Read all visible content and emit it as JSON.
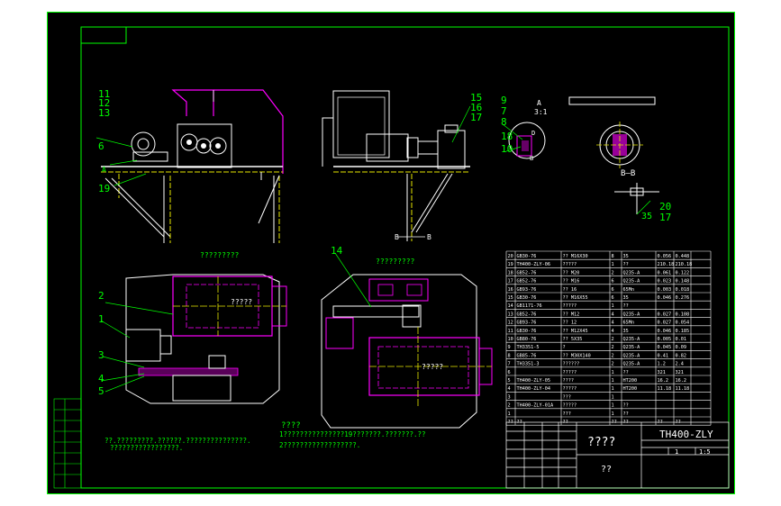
{
  "colors": {
    "background": "#000000",
    "page": "#ffffff",
    "frame": "#00ff00",
    "part_outline": "#ff00ff",
    "centerline": "#e8e800",
    "text": "#ffffff",
    "callout": "#00ff00"
  },
  "callouts": {
    "front_view": [
      "11",
      "12",
      "13",
      "6",
      "A",
      "19"
    ],
    "side_view": [
      "15",
      "16",
      "17",
      "B",
      "B"
    ],
    "detail": [
      "9",
      "7",
      "8",
      "18",
      "10",
      "A",
      "3:1",
      "D",
      "B"
    ],
    "section_bb": "B—B",
    "small_detail": [
      "20",
      "35",
      "17"
    ],
    "plan_left": [
      "2",
      "1",
      "3",
      "4",
      "5"
    ],
    "plan_right": [
      "14"
    ]
  },
  "view_titles": {
    "plan_left": "?????????",
    "plan_right": "?????????",
    "reducer_left": "?????",
    "reducer_right": "?????"
  },
  "notes": {
    "left_line1": "??.?????????.??????.???????????????.",
    "left_line2": "?????????????????.",
    "tech_title": "????",
    "tech_line1": "1???????????????19???????.???????.??",
    "tech_line2": "2??????????????????."
  },
  "parts_table": {
    "rows": [
      [
        "20",
        "GB30-76",
        "?? M16X30",
        "8",
        "35",
        "0.056",
        "0.448"
      ],
      [
        "19",
        "TH400-ZLY-06",
        "?????",
        "1",
        "??",
        "210.18",
        "210.18"
      ],
      [
        "18",
        "GB52-76",
        "?? M20",
        "2",
        "Q235-A",
        "0.061",
        "0.122"
      ],
      [
        "17",
        "GB52-76",
        "?? M16",
        "6",
        "Q235-A",
        "0.023",
        "0.148"
      ],
      [
        "16",
        "GB93-76",
        "?? 16",
        "6",
        "65Mn",
        "0.003",
        "0.018"
      ],
      [
        "15",
        "GB30-76",
        "?? M16X55",
        "6",
        "35",
        "0.046",
        "0.276"
      ],
      [
        "14",
        "GB1171-76",
        "?????",
        "1",
        "??",
        "",
        ""
      ],
      [
        "13",
        "GB52-76",
        "?? M12",
        "4",
        "Q235-A",
        "0.027",
        "0.108"
      ],
      [
        "12",
        "GB93-76",
        "?? 12",
        "4",
        "65Mn",
        "0.027",
        "0.054"
      ],
      [
        "11",
        "GB30-76",
        "?? M12X45",
        "4",
        "35",
        "0.046",
        "0.185"
      ],
      [
        "10",
        "GB80-76",
        "?? 5X35",
        "2",
        "Q235-A",
        "0.005",
        "0.01"
      ],
      [
        "9",
        "TH3351-5",
        "?",
        "2",
        "Q235-A",
        "0.045",
        "0.09"
      ],
      [
        "8",
        "GB85-76",
        "?? M30X140",
        "2",
        "Q235-A",
        "0.41",
        "0.82"
      ],
      [
        "7",
        "TH3351-3",
        "??????",
        "2",
        "Q235-A",
        "1.2",
        "2.4"
      ],
      [
        "6",
        "",
        "?????",
        "1",
        "??",
        "321",
        "321"
      ],
      [
        "5",
        "TH400-ZLY-05",
        "????",
        "1",
        "HT200",
        "16.2",
        "16.2"
      ],
      [
        "4",
        "TH400-ZLY-04",
        "?????",
        "1",
        "HT200",
        "11.18",
        "11.18"
      ],
      [
        "3",
        "",
        "???",
        "1",
        "",
        "",
        " "
      ],
      [
        "2",
        "TH400-ZLY-01A",
        "?????",
        "1",
        "??",
        "",
        ""
      ],
      [
        "1",
        "",
        "???",
        "1",
        "??",
        "",
        ""
      ]
    ],
    "header": [
      "??",
      "??",
      "??",
      "??",
      "??",
      "??",
      "??"
    ]
  },
  "title_block": {
    "drawing_number": "TH400-ZLY",
    "drawing_name": "????",
    "material": "??",
    "scale": "1:5",
    "sheet": "1"
  }
}
